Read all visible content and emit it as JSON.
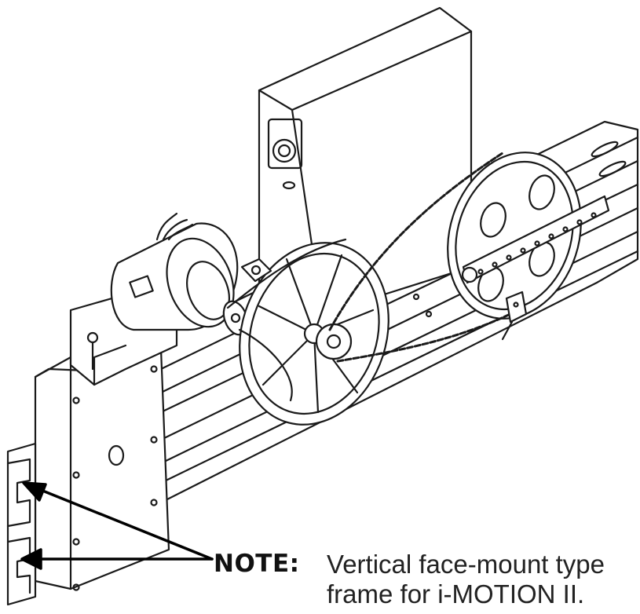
{
  "note": {
    "label": "NOTE:",
    "line1": "Vertical face-mount type",
    "line2": "frame for i-MOTION II."
  }
}
